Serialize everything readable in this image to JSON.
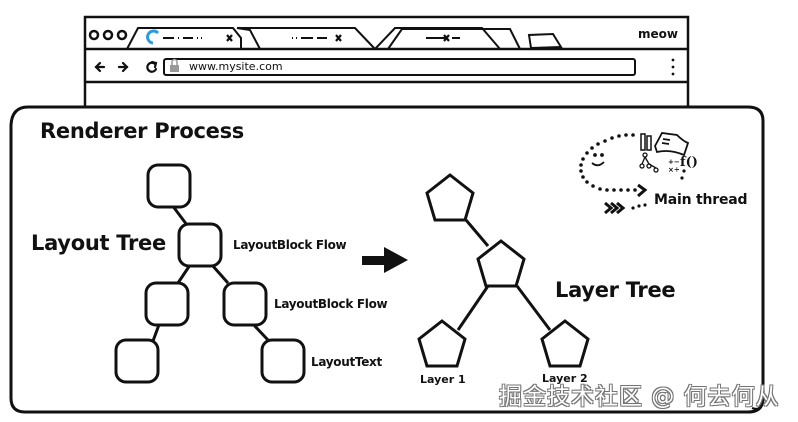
{
  "browser": {
    "brand_label": "meow",
    "url": "www.mysite.com",
    "tabs": [
      {
        "state": "loading",
        "placeholder": "—·—··",
        "close": "x"
      },
      {
        "state": "idle",
        "placeholder": "··——",
        "close": "x"
      },
      {
        "state": "idle",
        "placeholder": "——–",
        "close": "x"
      }
    ],
    "icons": [
      "back-arrow",
      "forward-arrow",
      "reload",
      "lock",
      "kebab-menu",
      "new-tab",
      "window-dots"
    ],
    "accent_color": "#2b9be0"
  },
  "diagram": {
    "title": "Renderer Process",
    "layout_tree": {
      "title": "Layout Tree",
      "node_labels": [
        "LayoutBlock Flow",
        "LayoutBlock Flow",
        "LayoutText"
      ]
    },
    "transform_arrow": "→",
    "layer_tree": {
      "title": "Layer Tree",
      "layer_labels": [
        "Layer 1",
        "Layer 2"
      ]
    },
    "main_thread": {
      "label": "Main thread",
      "glyphs": {
        "face": "˘‿˘",
        "math": "+−\n×÷",
        "func": "f()"
      }
    }
  },
  "watermark": "掘金技术社区 @ 何去何从"
}
